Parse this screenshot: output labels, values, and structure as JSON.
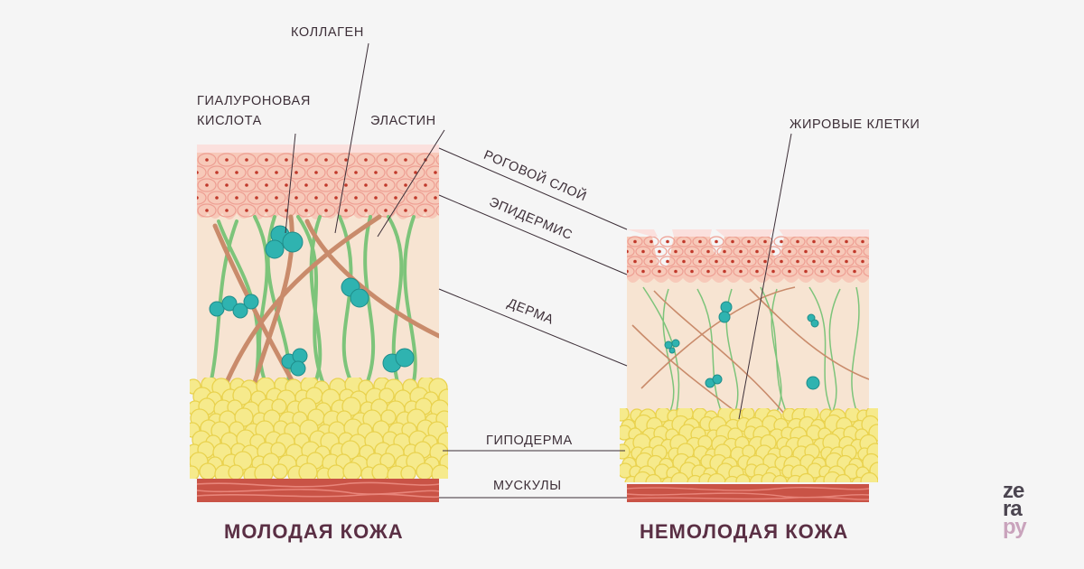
{
  "labels": {
    "collagen": "КОЛЛАГЕН",
    "hyaluronic_line1": "ГИАЛУРОНОВАЯ",
    "hyaluronic_line2": "КИСЛОТА",
    "elastin": "ЭЛАСТИН",
    "stratum_corneum": "РОГОВОЙ СЛОЙ",
    "epidermis": "ЭПИДЕРМИС",
    "dermis": "ДЕРМА",
    "fat_cells": "ЖИРОВЫЕ КЛЕТКИ",
    "hypodermis": "ГИПОДЕРМА",
    "muscles": "МУСКУЛЫ"
  },
  "captions": {
    "young": "МОЛОДАЯ КОЖА",
    "old": "НЕМОЛОДАЯ КОЖА"
  },
  "logo": {
    "line1": "ze",
    "line2": "ra",
    "line3": "ру"
  },
  "colors": {
    "background": "#f5f5f5",
    "stratum": "#fbe0dd",
    "epidermis": "#f7c9b9",
    "cell_outline": "#ee9f93",
    "nucleus": "#c0392b",
    "dermis": "#f7e4d2",
    "collagen": "#c98b6b",
    "elastin": "#7dc47a",
    "hyaluronic": "#2fb3b0",
    "fat": "#f6ea8c",
    "fat_outline": "#e9d24e",
    "muscle": "#c95346",
    "leader_line": "#3d2f38",
    "caption": "#5a2f44"
  }
}
